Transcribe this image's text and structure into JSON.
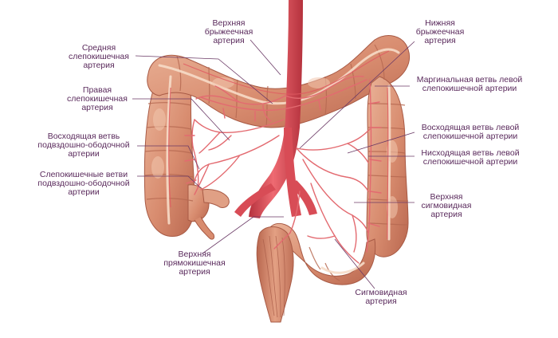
{
  "diagram": {
    "colors": {
      "colon_fill": "#dc9579",
      "colon_dark": "#b9674f",
      "colon_light": "#f2c7ae",
      "taenia": "#f7dcc8",
      "artery": "#e04b55",
      "artery_dark": "#b5323d",
      "artery_branch": "#e36a70",
      "leader": "#6b3a66",
      "label_text": "#5a2a5c"
    },
    "labels": {
      "sma": [
        "Верхняя",
        "брыжеечная",
        "артерия"
      ],
      "ima": [
        "Нижняя",
        "брыжеечная",
        "артерия"
      ],
      "middle_colic": [
        "Средняя",
        "слепокишечная",
        "артерия"
      ],
      "right_colic": [
        "Правая",
        "слепокишечная",
        "артерия"
      ],
      "ileocolic_ascending": [
        "Восходящая ветвь",
        "подвздошно-ободочной",
        "артерии"
      ],
      "cecal_branches": [
        "Слепокишечные ветви",
        "подвздошно-ободочной",
        "артерии"
      ],
      "marginal_left": [
        "Маргинальная ветвь левой",
        "слепокишечной артерии"
      ],
      "ascending_left": [
        "Восходящая ветвь левой",
        "слепокишечной артерии"
      ],
      "descending_left": [
        "Нисходящая ветвь левой",
        "слепокишечной артерии"
      ],
      "superior_sigmoid": [
        "Верхняя",
        "сигмовидная",
        "артерия"
      ],
      "superior_rectal": [
        "Верхняя",
        "прямокишечная",
        "артерия"
      ],
      "sigmoid": [
        "Сигмовидная",
        "артерия"
      ]
    }
  }
}
